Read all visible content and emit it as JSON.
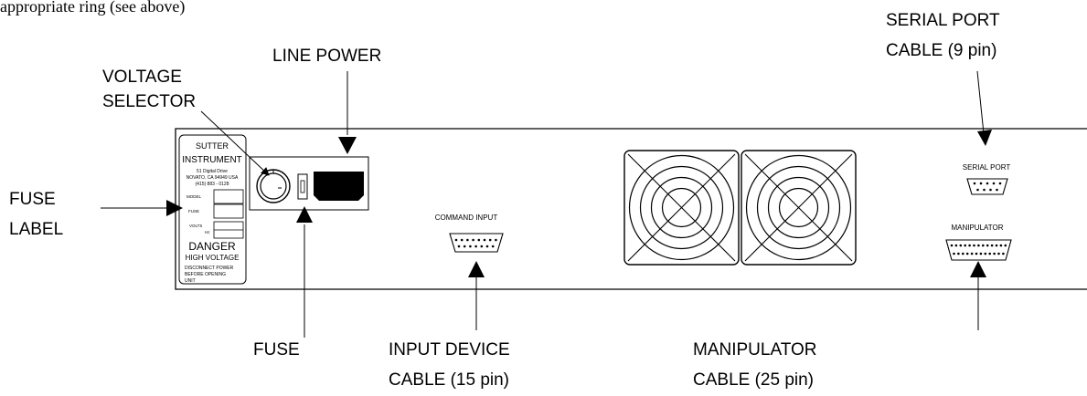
{
  "header_fragment": "appropriate ring (see above)",
  "callouts": {
    "voltage_selector": [
      "VOLTAGE",
      "SELECTOR"
    ],
    "line_power": "LINE POWER",
    "serial_port_cable": [
      "SERIAL PORT",
      "CABLE (9 pin)"
    ],
    "fuse_label": [
      "FUSE",
      "LABEL"
    ],
    "fuse": "FUSE",
    "input_device_cable": [
      "INPUT DEVICE",
      "CABLE (15 pin)"
    ],
    "manipulator_cable": [
      "MANIPULATOR",
      "CABLE (25 pin)"
    ]
  },
  "label_plate": {
    "brand": [
      "SUTTER",
      "INSTRUMENT"
    ],
    "address": [
      "51 Digital Drive",
      "NOVATO, CA 94949 USA",
      "(415) 883 - 0128"
    ],
    "fields": [
      "MODEL",
      "FUSE",
      "VOLTS",
      "Hz"
    ],
    "warning_title": "DANGER",
    "warning_subtitle": "HIGH VOLTAGE",
    "warning_text": [
      "DISCONNECT POWER",
      "BEFORE OPENING",
      "UNIT"
    ]
  },
  "panel_labels": {
    "command_input": "COMMAND INPUT",
    "serial_port": "SERIAL PORT",
    "manipulator": "MANIPULATOR"
  }
}
